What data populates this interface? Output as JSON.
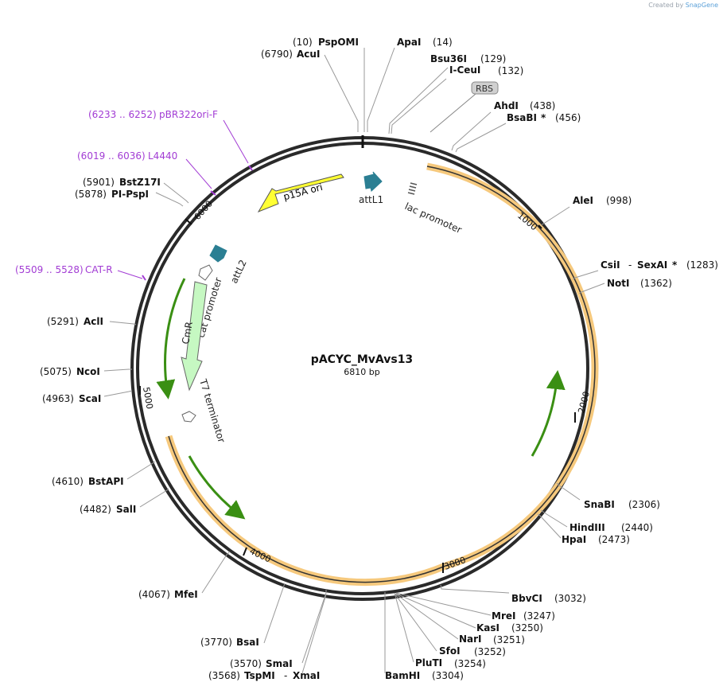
{
  "credit": {
    "prefix": "Created by",
    "brand": "SnapGene"
  },
  "plasmid": {
    "name": "pACYC_MvAvs13",
    "size_label": "6810 bp",
    "length": 6810
  },
  "colors": {
    "backbone": "#222222",
    "feature_orange": "#f6c97d",
    "green_arrow": "#3a8f13",
    "primer": "#a23cd4",
    "ori": "#ffff00",
    "cmr": "#c6f8c2",
    "att": "#2b7f93"
  },
  "ticks": [
    {
      "pos": 1000,
      "label": "1000"
    },
    {
      "pos": 2000,
      "label": "2000"
    },
    {
      "pos": 3000,
      "label": "3000"
    },
    {
      "pos": 4000,
      "label": "4000"
    },
    {
      "pos": 5000,
      "label": "5000"
    },
    {
      "pos": 6000,
      "label": "6000"
    }
  ],
  "features": [
    {
      "name": "p15A ori",
      "label": "p15A ori"
    },
    {
      "name": "attL1",
      "label": "attL1"
    },
    {
      "name": "lac promoter",
      "label": "lac promoter"
    },
    {
      "name": "attL2",
      "label": "attL2"
    },
    {
      "name": "CmR",
      "label": "CmR"
    },
    {
      "name": "cat promoter",
      "label": "cat promoter"
    },
    {
      "name": "T7 terminator",
      "label": "T7 terminator"
    },
    {
      "name": "RBS",
      "label": "RBS"
    }
  ],
  "enzymes": [
    {
      "pos": "(10)",
      "name": "PspOMI"
    },
    {
      "pos": "(6790)",
      "name": "AcuI"
    },
    {
      "pos": "(14)",
      "name": "ApaI"
    },
    {
      "pos": "(129)",
      "name": "Bsu36I"
    },
    {
      "pos": "(132)",
      "name": "I-CeuI"
    },
    {
      "pos": "(438)",
      "name": "AhdI"
    },
    {
      "pos": "(456)",
      "name": "BsaBI",
      "star": "*"
    },
    {
      "pos": "(998)",
      "name": "AleI"
    },
    {
      "pos": "(1283)",
      "name": "CsiI",
      "name2": "SexAI",
      "star": "*"
    },
    {
      "pos": "(1362)",
      "name": "NotI"
    },
    {
      "pos": "(2306)",
      "name": "SnaBI"
    },
    {
      "pos": "(2440)",
      "name": "HindIII"
    },
    {
      "pos": "(2473)",
      "name": "HpaI"
    },
    {
      "pos": "(3032)",
      "name": "BbvCI"
    },
    {
      "pos": "(3247)",
      "name": "MreI"
    },
    {
      "pos": "(3250)",
      "name": "KasI"
    },
    {
      "pos": "(3251)",
      "name": "NarI"
    },
    {
      "pos": "(3252)",
      "name": "SfoI"
    },
    {
      "pos": "(3254)",
      "name": "PluTI"
    },
    {
      "pos": "(3304)",
      "name": "BamHI"
    },
    {
      "pos": "(3568)",
      "name": "TspMI",
      "name2": "XmaI"
    },
    {
      "pos": "(3570)",
      "name": "SmaI"
    },
    {
      "pos": "(3770)",
      "name": "BsaI"
    },
    {
      "pos": "(4067)",
      "name": "MfeI"
    },
    {
      "pos": "(4482)",
      "name": "SalI"
    },
    {
      "pos": "(4610)",
      "name": "BstAPI"
    },
    {
      "pos": "(4963)",
      "name": "ScaI"
    },
    {
      "pos": "(5075)",
      "name": "NcoI"
    },
    {
      "pos": "(5291)",
      "name": "AclI"
    },
    {
      "pos": "(5878)",
      "name": "PI-PspI"
    },
    {
      "pos": "(5901)",
      "name": "BstZ17I"
    }
  ],
  "primers": [
    {
      "range": "(6233 .. 6252)",
      "name": "pBR322ori-F"
    },
    {
      "range": "(6019 .. 6036)",
      "name": "L4440"
    },
    {
      "range": "(5509 .. 5528)",
      "name": "CAT-R"
    }
  ]
}
